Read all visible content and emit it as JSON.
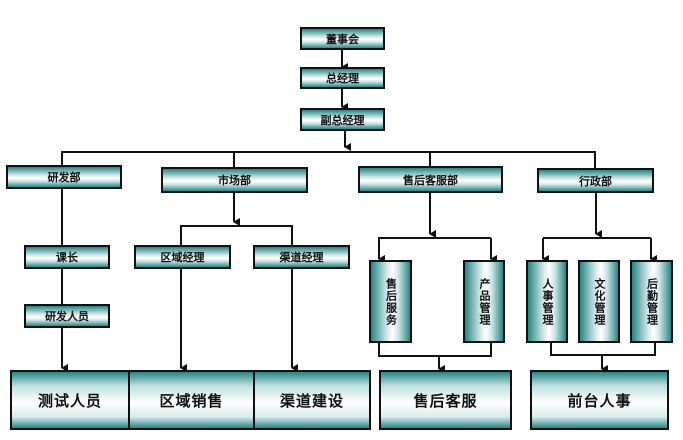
{
  "top": {
    "board": "董事会",
    "gm": "总经理",
    "vgm": "副总经理"
  },
  "departments": {
    "rd": "研发部",
    "market": "市场部",
    "aftersales": "售后客服部",
    "admin": "行政部"
  },
  "rd": {
    "section_chief": "课长",
    "staff": "研发人员",
    "result": "测试人员"
  },
  "market": {
    "regional_manager": "区域经理",
    "channel_manager": "渠道经理",
    "regional_sales": "区域销售",
    "channel_build": "渠道建设"
  },
  "aftersales": {
    "service": "售后服务",
    "product": "产品管理",
    "result": "售后客服"
  },
  "admin": {
    "hr": "人事管理",
    "culture": "文化管理",
    "logistics": "后勤管理",
    "result": "前台人事"
  },
  "colors": {
    "teal": "#2a8585",
    "line": "#111111"
  }
}
